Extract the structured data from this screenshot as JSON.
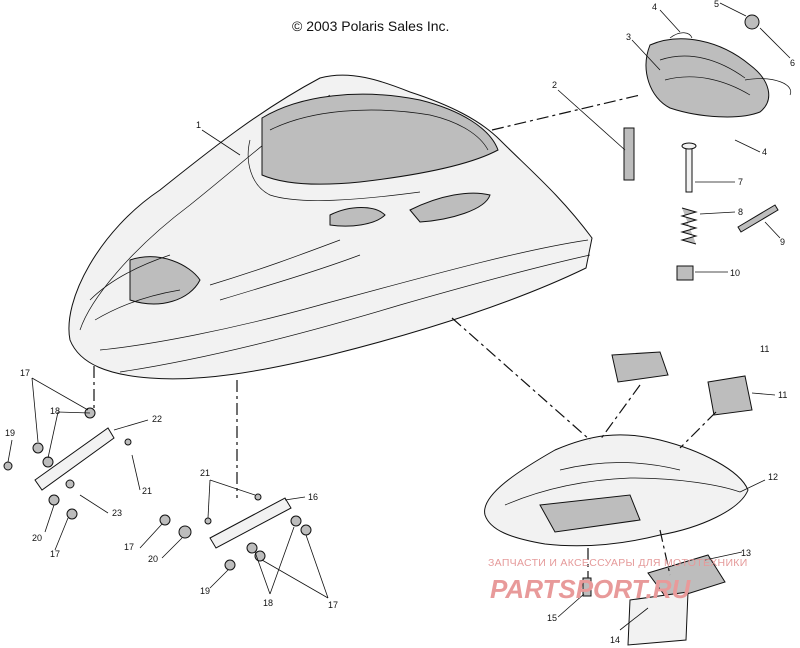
{
  "copyright": "© 2003 Polaris Sales Inc.",
  "callouts": [
    "1",
    "2",
    "3",
    "4",
    "4",
    "5",
    "6",
    "7",
    "8",
    "9",
    "10",
    "11",
    "11",
    "12",
    "13",
    "14",
    "15",
    "16",
    "17",
    "17",
    "17",
    "18",
    "18",
    "19",
    "19",
    "20",
    "20",
    "21",
    "21",
    "22",
    "23"
  ],
  "watermark": {
    "line1": "ЗАПЧАСТИ И АКСЕССУАРЫ ДЛЯ МОТОТЕХНИКИ",
    "line2": "PARTSPORT.RU"
  }
}
